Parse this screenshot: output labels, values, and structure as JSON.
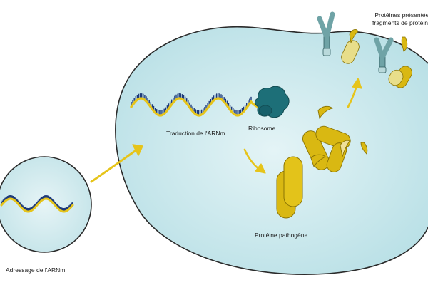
{
  "labels": {
    "ribosome": "Ribosome",
    "traduction": "Traduction de l'ARNm",
    "proteine_pathogene": "Protéine pathogène",
    "adressage": "Adressage de l'ARNm",
    "proteines_presentees_line1": "Protéines présentées",
    "proteines_presentees_line2": "fragments de protéines"
  },
  "colors": {
    "cell_fill": "#c8e8ec",
    "cell_stroke": "#2a2a2a",
    "mrna_yellow": "#e6c41a",
    "mrna_bases": "#1e3a7a",
    "ribosome": "#1d6f78",
    "protein_yellow": "#d9b812",
    "receptor_teal": "#6fa3a6",
    "arrow_yellow": "#e6c41a"
  },
  "icons": [
    "ribosome-icon",
    "receptor-icon",
    "protein-fragment-icon",
    "arrow-icon",
    "mrna-strand-icon"
  ]
}
